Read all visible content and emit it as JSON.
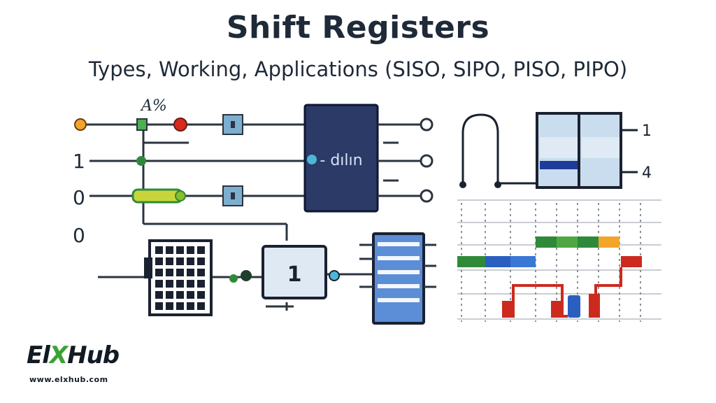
{
  "header": {
    "title": "Shift Registers",
    "subtitle": "Types, Working, Applications (SISO, SIPO, PISO, PIPO)"
  },
  "diagram": {
    "input_labels": [
      "1",
      "0",
      "0"
    ],
    "top_label": "A%",
    "register_box_text": "- dılın",
    "buffer_label": "1",
    "output_labels": [
      "1",
      "4"
    ]
  },
  "logo": {
    "brand_prefix": "El",
    "brand_accent": "X",
    "brand_suffix": "Hub",
    "url": "www.elxhub.com"
  },
  "colors": {
    "ink": "#1f2a38",
    "navy": "#2b3a66",
    "chip_blue": "#a9c6e0",
    "accent_green": "#3aa235",
    "accent_red": "#cc2a1f",
    "accent_orange": "#f2a52a"
  }
}
